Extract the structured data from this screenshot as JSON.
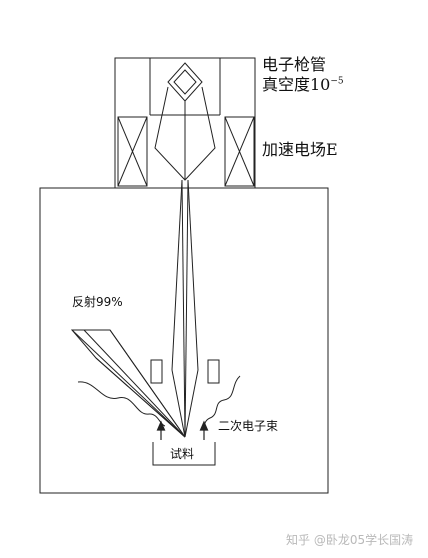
{
  "labels": {
    "gun_line1": "电子枪管",
    "gun_line2_prefix": "真空度10",
    "gun_line2_exp": "−5",
    "accel": "加速电场E",
    "reflect": "反射99%",
    "secondary": "二次电子束",
    "sample": "试料"
  },
  "watermark": "知乎 @卧龙05学长国涛",
  "colors": {
    "line": "#222222",
    "watermark": "#b9b9b9"
  }
}
